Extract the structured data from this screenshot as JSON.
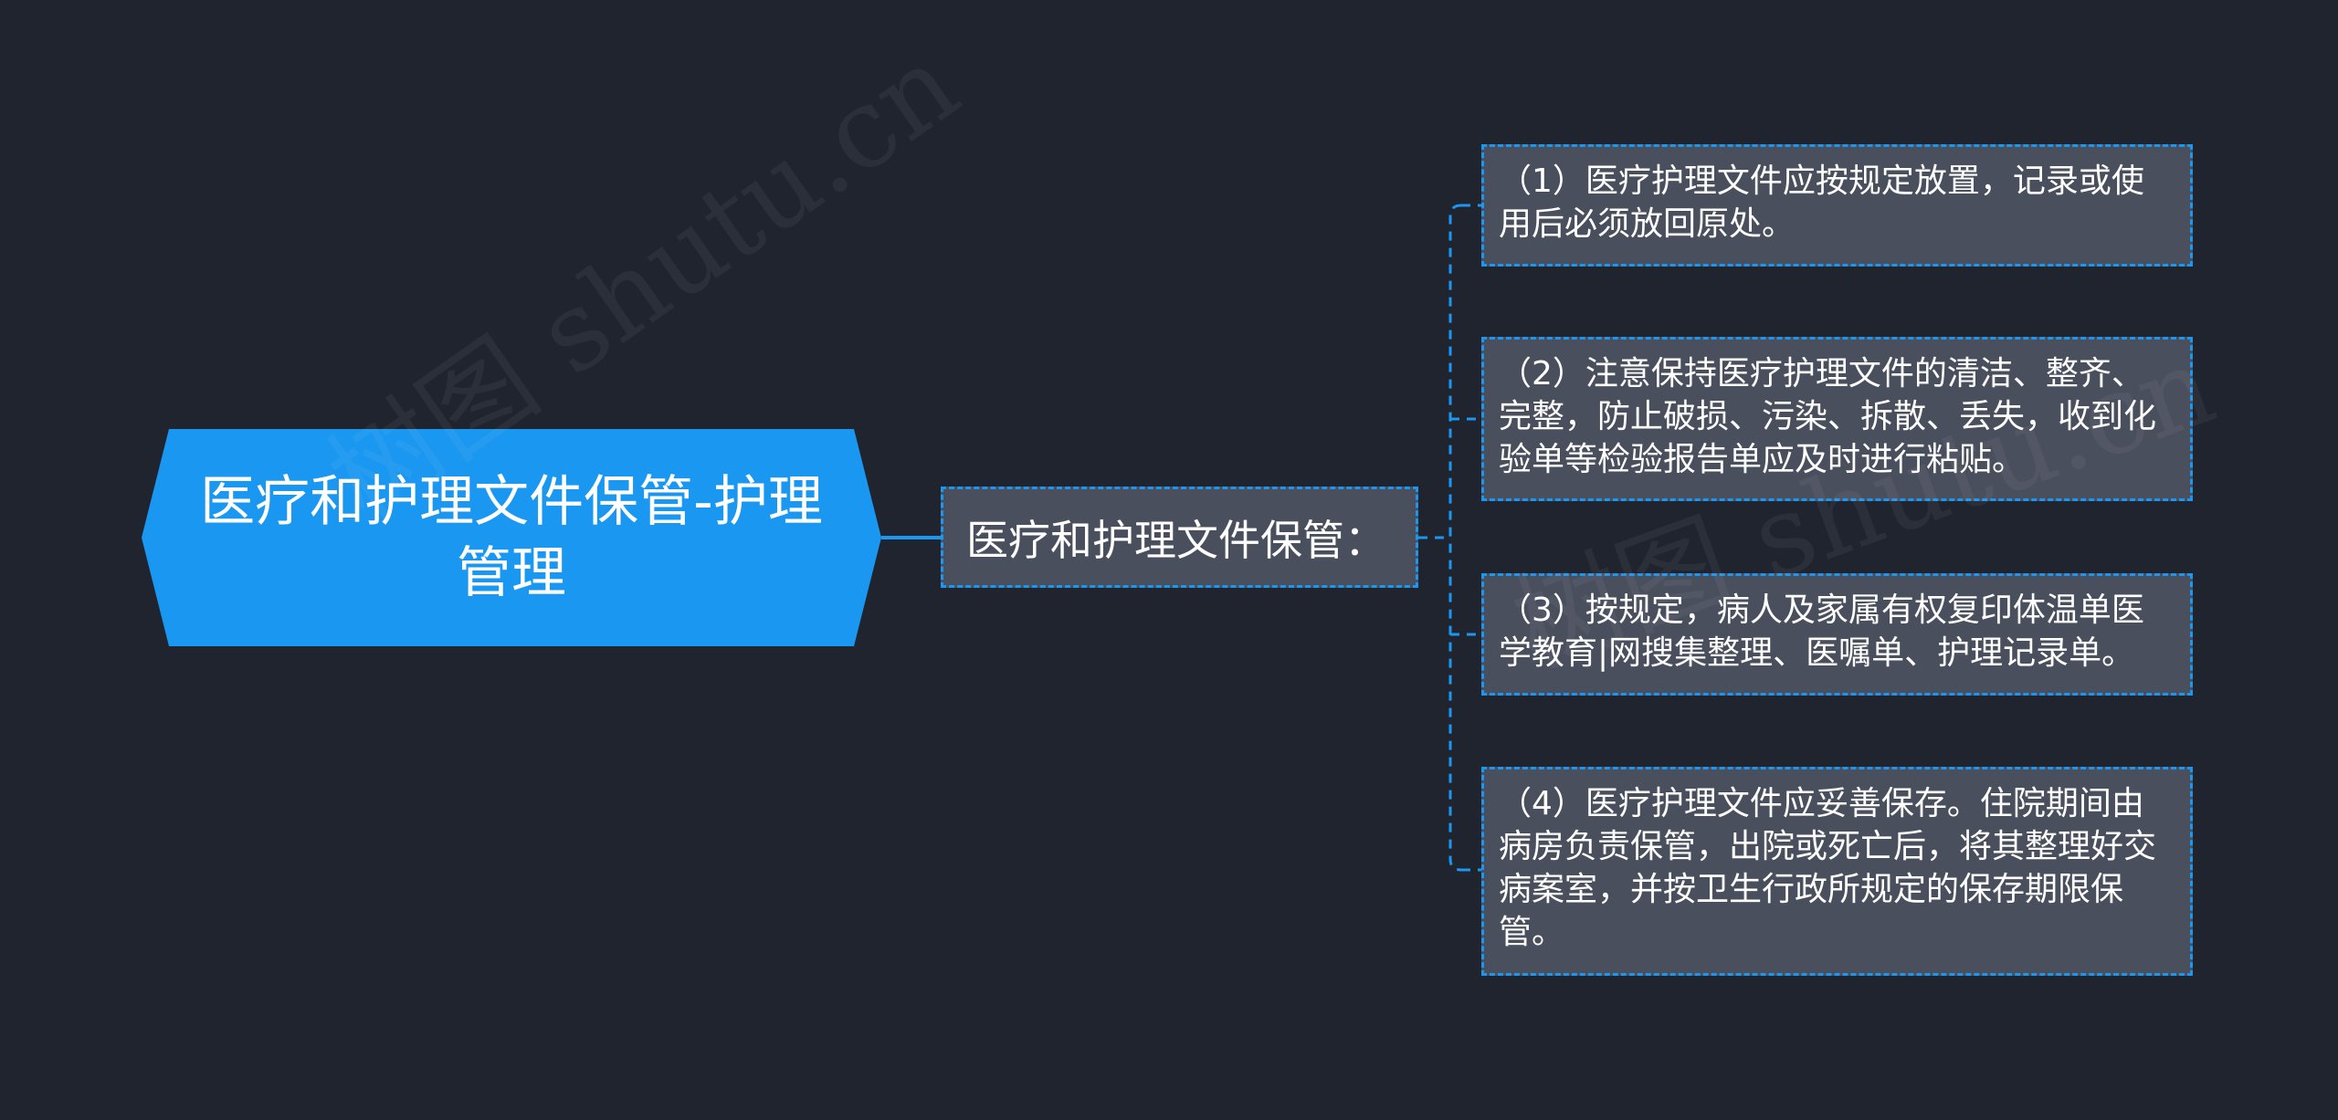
{
  "colors": {
    "background": "#20242f",
    "root_fill": "#1a97f0",
    "node_fill": "#4a4f5d",
    "connector": "#1a97f0",
    "text": "#ffffff"
  },
  "mindmap": {
    "root": {
      "label": "医疗和护理文件保管-护理管理"
    },
    "branch": {
      "label": "医疗和护理文件保管："
    },
    "leaves": [
      {
        "label": "（1）医疗护理文件应按规定放置，记录或使用后必须放回原处。"
      },
      {
        "label": "（2）注意保持医疗护理文件的清洁、整齐、完整，防止破损、污染、拆散、丢失，收到化验单等检验报告单应及时进行粘贴。"
      },
      {
        "label": "（3）按规定，病人及家属有权复印体温单医学教育|网搜集整理、医嘱单、护理记录单。"
      },
      {
        "label": "（4）医疗护理文件应妥善保存。住院期间由病房负责保管，出院或死亡后，将其整理好交病案室，并按卫生行政所规定的保存期限保管。"
      }
    ]
  },
  "watermark": {
    "text_1": "树图 shutu.cn",
    "text_2": "树图 shutu.cn"
  }
}
